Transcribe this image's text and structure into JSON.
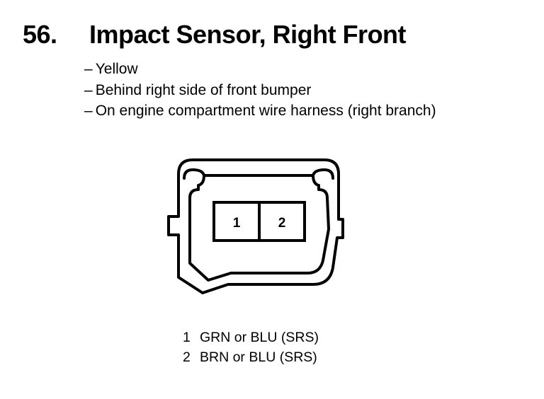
{
  "header": {
    "number": "56.",
    "title": "Impact Sensor, Right Front"
  },
  "notes": [
    {
      "dash": "–",
      "text": "Yellow"
    },
    {
      "dash": "–",
      "text": "Behind right side of front bumper"
    },
    {
      "dash": "–",
      "text": "On engine compartment wire harness (right branch)"
    }
  ],
  "connector": {
    "cavities": [
      "1",
      "2"
    ]
  },
  "pins": [
    {
      "number": "1",
      "wire": "GRN or BLU (SRS)"
    },
    {
      "number": "2",
      "wire": "BRN or BLU (SRS)"
    }
  ]
}
